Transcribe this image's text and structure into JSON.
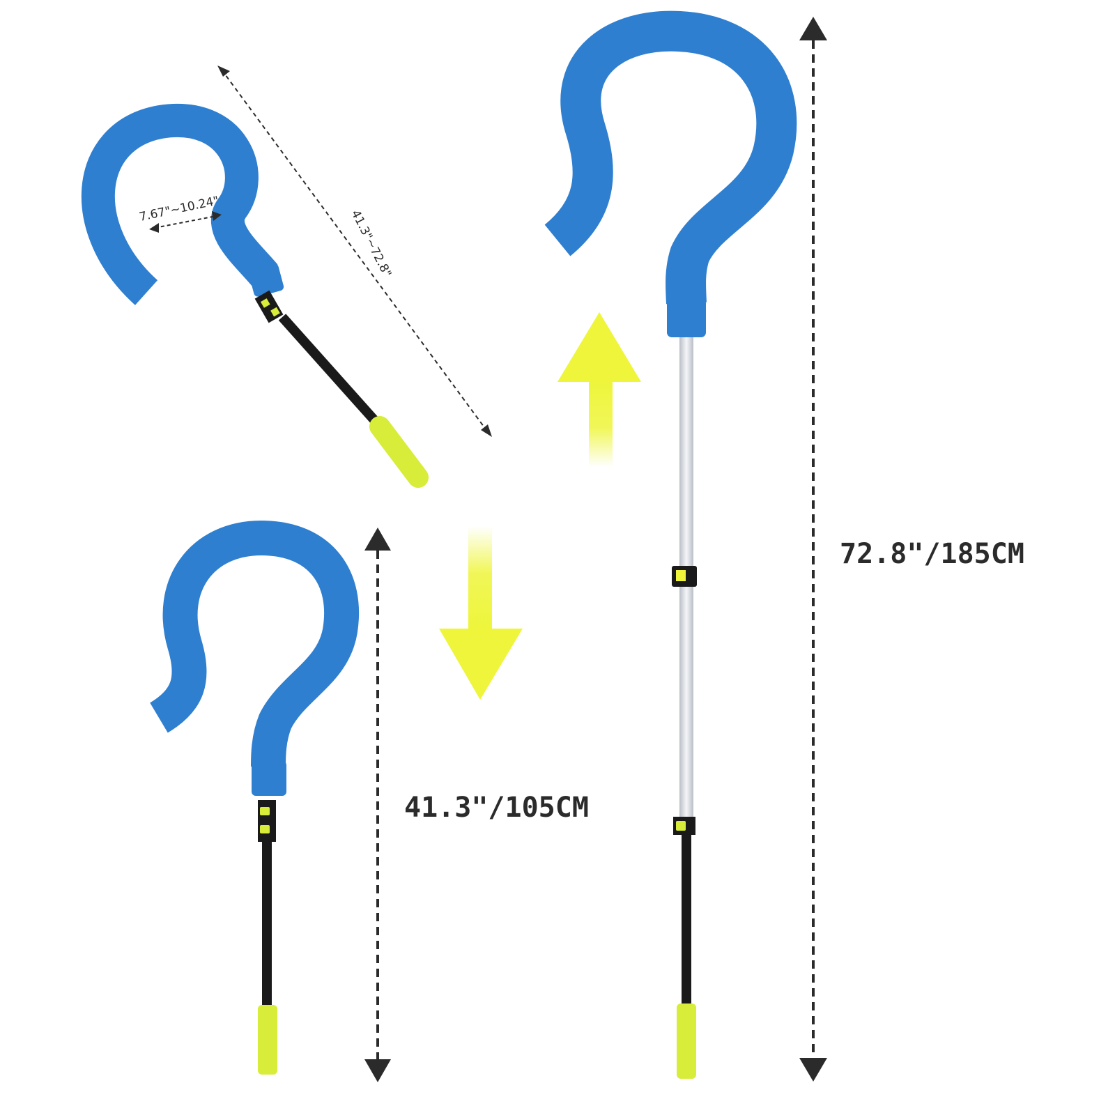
{
  "colors": {
    "foam": "#2f7fd0",
    "foam_dark": "#1f63b0",
    "pole_black": "#1a1a1a",
    "pole_silver": "#dfe3e8",
    "grip_yellow": "#d8ec3a",
    "arrow_yellow": "#eef53a",
    "dimension_line": "#2b2b2b",
    "background": "#ffffff"
  },
  "labels": {
    "hook_gap": "7.67\"~10.24\"",
    "adjustable_length": "41.3\"~72.8\"",
    "short_length": "41.3\"/105CM",
    "long_length": "72.8\"/185CM"
  }
}
